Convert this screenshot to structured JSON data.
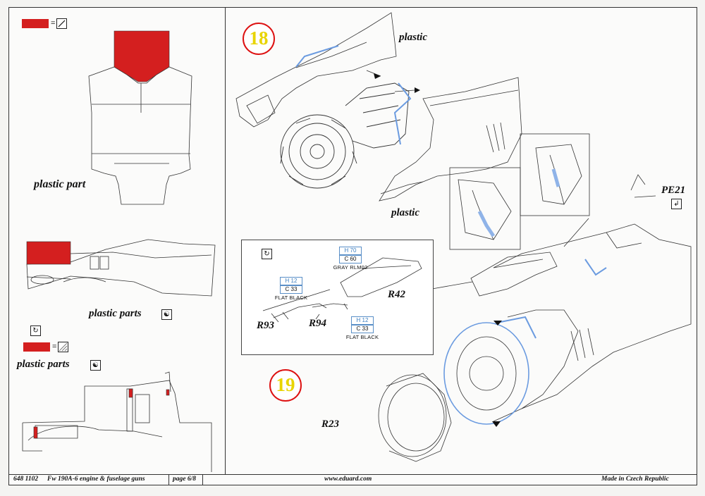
{
  "legend": {
    "swatch_color": "#d41f1f",
    "equals": "=",
    "mask_icon": "diagonal-line-icon",
    "fill_icon": "hatched-fill-icon"
  },
  "left_panel": {
    "label_plastic_part": "plastic part",
    "label_plastic_parts_1": "plastic parts",
    "label_plastic_parts_2": "plastic parts"
  },
  "step18": {
    "number": "18",
    "label_plastic_top": "plastic",
    "label_plastic_mid": "plastic",
    "part_pe": "PE21"
  },
  "inset": {
    "paint_top": {
      "h": "H 70",
      "c": "C 60",
      "name": "GRAY RLM02"
    },
    "paint_left": {
      "h": "H 12",
      "c": "C 33",
      "name": "FLAT BLACK"
    },
    "paint_bottom": {
      "h": "H 12",
      "c": "C 33",
      "name": "FLAT BLACK"
    },
    "part_r42": "R42",
    "part_r93": "R93",
    "part_r94": "R94"
  },
  "step19": {
    "number": "19",
    "part_r23": "R23"
  },
  "footer": {
    "code": "648 1102",
    "title": "Fw 190A-6 engine & fuselage guns",
    "page": "page 6/8",
    "url": "www.eduard.com",
    "made_in": "Made in Czech Republic"
  },
  "colors": {
    "step_ring": "#d11111",
    "step_number": "#e8d400",
    "highlight_blue": "#6b9be0",
    "mask_red": "#d41f1f"
  }
}
